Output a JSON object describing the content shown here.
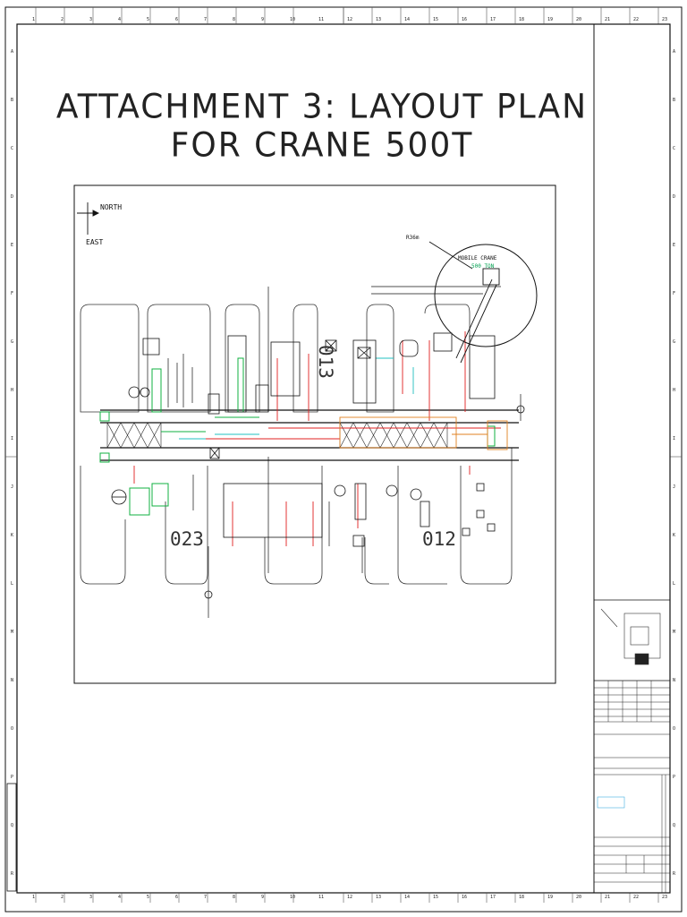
{
  "title": "ATTACHMENT 3: LAYOUT PLAN FOR CRANE 500T",
  "compass": {
    "north": "NORTH",
    "east": "EAST"
  },
  "areas": {
    "a013": "013",
    "a023": "023",
    "a012": "012"
  },
  "crane": {
    "label": "MOBILE CRANE",
    "capacity": "500 TON",
    "radius": "R36m"
  },
  "grid_top": [
    "1",
    "2",
    "3",
    "4",
    "5",
    "6",
    "7",
    "8",
    "9",
    "10",
    "11",
    "12",
    "13",
    "14",
    "15",
    "16",
    "17",
    "18",
    "19",
    "20",
    "21",
    "22",
    "23"
  ],
  "grid_side": [
    "A",
    "B",
    "C",
    "D",
    "E",
    "F",
    "G",
    "H",
    "I",
    "J",
    "K",
    "L",
    "M",
    "N",
    "O",
    "P",
    "Q",
    "R"
  ],
  "colors": {
    "line": "#111111",
    "red": "#e02020",
    "green": "#10b040",
    "cyan": "#20c0c0",
    "orange": "#e08020",
    "yellow": "#e0c020"
  }
}
